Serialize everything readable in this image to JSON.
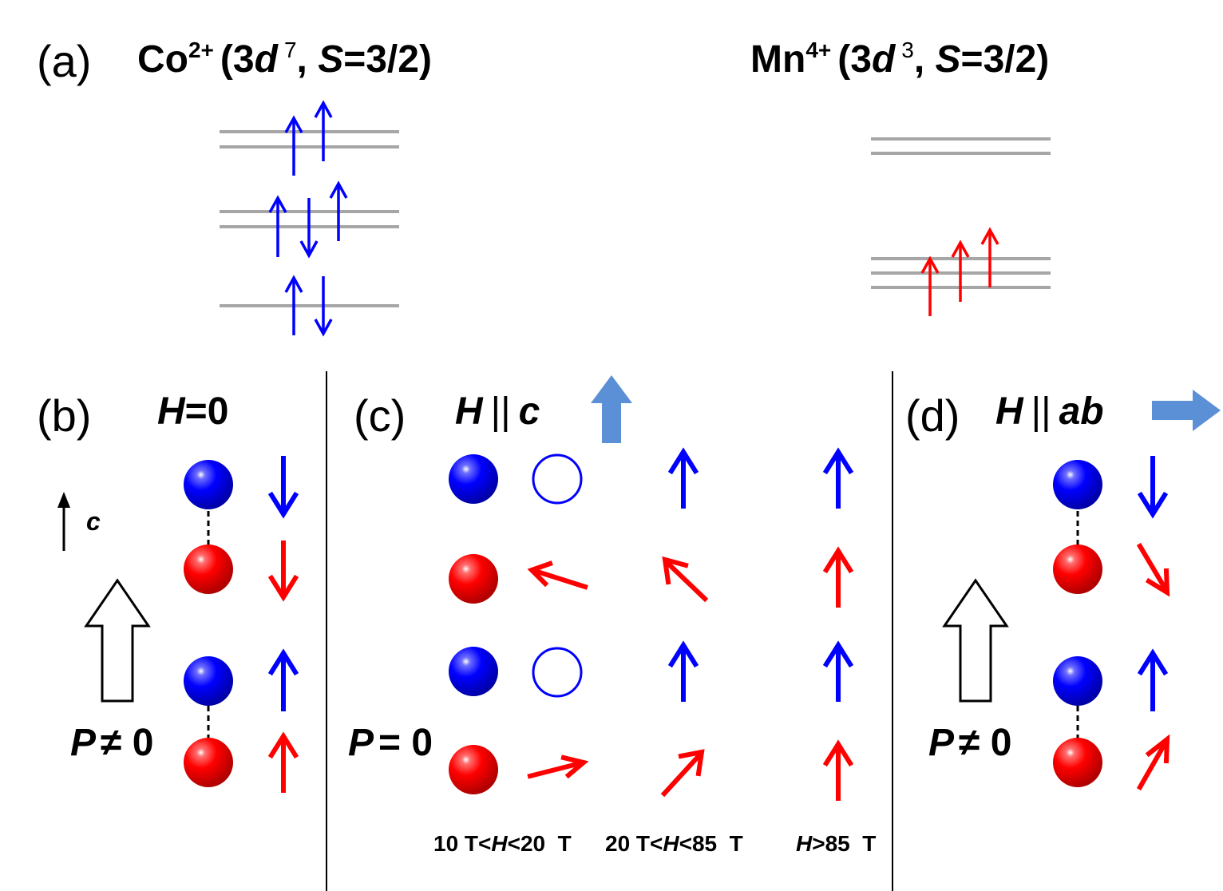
{
  "colors": {
    "co": "#0000ff",
    "mn": "#ff0000",
    "level": "#a6a6a6",
    "field_arrow": "#5b8fd6",
    "divider": "#000000"
  },
  "panel_a": {
    "label": "(a)",
    "co": {
      "ion": "Co",
      "charge": "2+",
      "open_paren": "(3",
      "orbital": "d",
      "count": "7",
      "sep": ", ",
      "spin_symbol": "S",
      "spin_value": "=3/2)"
    },
    "mn": {
      "ion": "Mn",
      "charge": "4+",
      "open_paren": "(3",
      "orbital": "d",
      "count": "3",
      "sep": ", ",
      "spin_symbol": "S",
      "spin_value": "=3/2)"
    }
  },
  "panel_b": {
    "label": "(b)",
    "field_symbol": "H",
    "field_value": "=0",
    "axis_label": "c",
    "polarization_symbol": "P",
    "polarization_value": "≠ 0"
  },
  "panel_c": {
    "label": "(c)",
    "field_symbol": "H",
    "field_relation": "||",
    "field_direction": "c",
    "polarization_symbol": "P",
    "polarization_value": "= 0",
    "ranges": [
      {
        "pre": "10 T<",
        "symbol": "H",
        "post": "<20  T"
      },
      {
        "pre": "20 T<",
        "symbol": "H",
        "post": "<85  T"
      },
      {
        "pre": "",
        "symbol": "H",
        "post": ">85  T"
      }
    ]
  },
  "panel_d": {
    "label": "(d)",
    "field_symbol": "H",
    "field_relation": "||",
    "field_direction": "ab",
    "polarization_symbol": "P",
    "polarization_value": "≠ 0"
  }
}
